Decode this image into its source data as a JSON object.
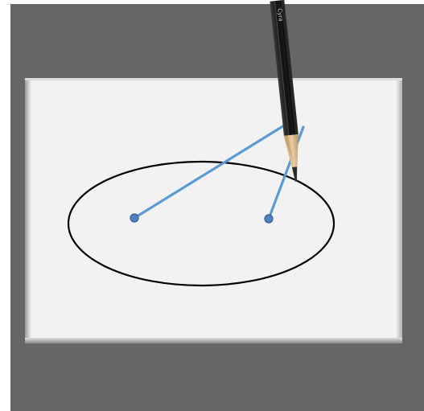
{
  "scene": {
    "description_free": true,
    "background_color": "#666666",
    "paper_color": "#f2f2f2",
    "ellipse_color": "#000000",
    "string_color": "#5b9bd5",
    "pin_color": "#4f81bd",
    "pencil_color": "#1a1a1a",
    "pencil_wood_color": "#d9b98a",
    "pencil_brand_text": "Cyra"
  },
  "construction": {
    "type": "gardeners-ellipse",
    "focus_count": 2,
    "string_count": 2,
    "tool": "pencil"
  }
}
